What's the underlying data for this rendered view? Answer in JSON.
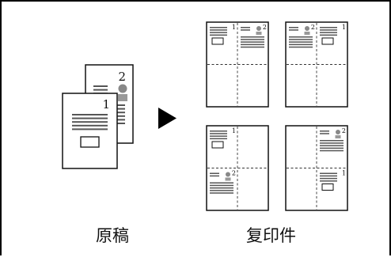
{
  "labels": {
    "original": "原稿",
    "copies": "复印件"
  },
  "original_pages": [
    "1",
    "2"
  ],
  "copy_layouts": [
    {
      "order": [
        "1",
        "2"
      ],
      "placement": "horizontal"
    },
    {
      "order": [
        "2",
        "1"
      ],
      "placement": "horizontal"
    },
    {
      "order": [
        "1",
        "2"
      ],
      "placement": "vertical"
    },
    {
      "order": [
        "2",
        "1"
      ],
      "placement": "vertical"
    }
  ]
}
